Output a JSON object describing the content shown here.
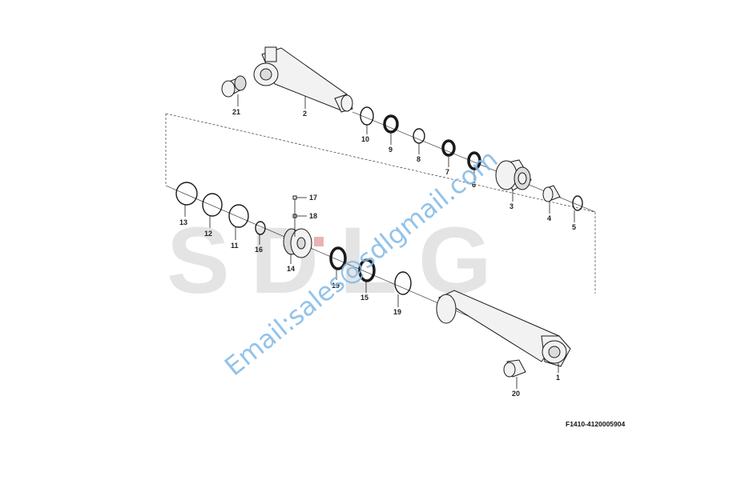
{
  "watermark": {
    "brand": "SDLG",
    "email": "Email:sales@sdlgmail.com"
  },
  "figure_id": "F1410-4120005904",
  "callouts": {
    "c1": "1",
    "c2": "2",
    "c3": "3",
    "c4": "4",
    "c5": "5",
    "c6": "6",
    "c7": "7",
    "c8": "8",
    "c9": "9",
    "c10": "10",
    "c11": "11",
    "c12": "12",
    "c13": "13",
    "c14": "14",
    "c15": "15",
    "c16": "16",
    "c17": "17",
    "c18": "18",
    "c19a": "19",
    "c19b": "19",
    "c20": "20",
    "c21": "21"
  }
}
